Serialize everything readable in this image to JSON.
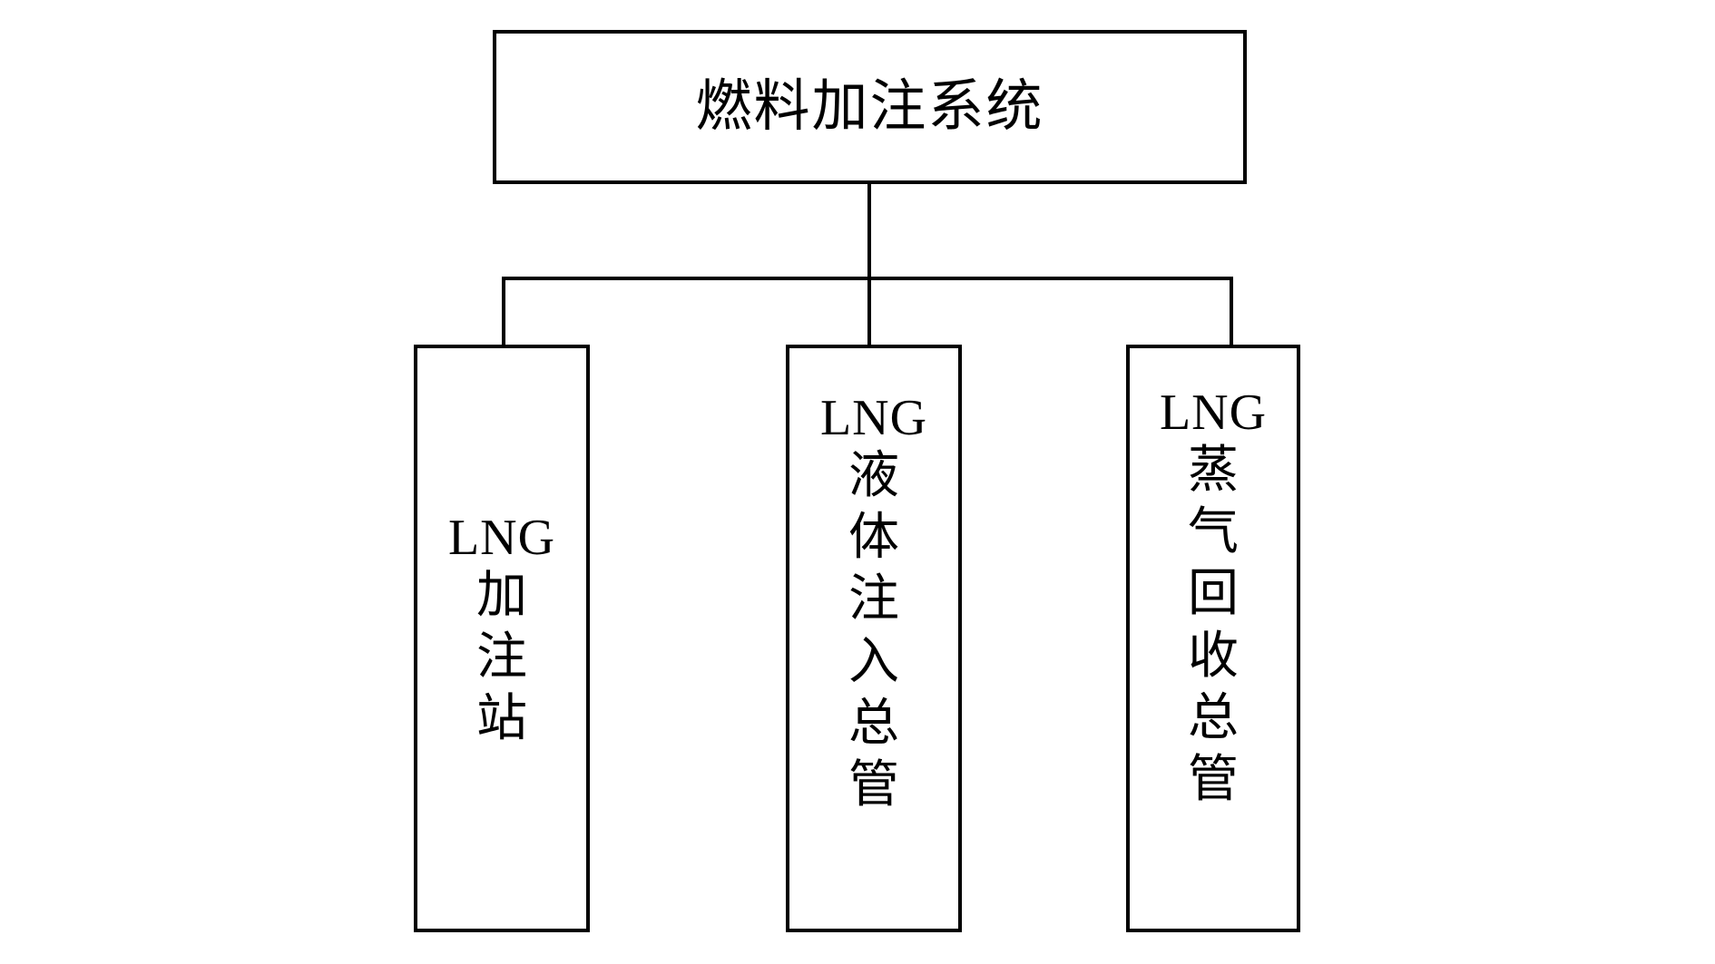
{
  "diagram": {
    "title": "燃料加注系统",
    "orientation": "top-down-tree",
    "line_color": "#000000",
    "background_color": "#ffffff",
    "root": {
      "label": "燃料加注系统"
    },
    "children": [
      {
        "latin": "LNG",
        "vertical_chars": [
          "加",
          "注",
          "站"
        ],
        "full_label": "LNG加注站"
      },
      {
        "latin": "LNG",
        "vertical_chars": [
          "液",
          "体",
          "注",
          "入",
          "总",
          "管"
        ],
        "full_label": "LNG液体注入总管"
      },
      {
        "latin": "LNG",
        "vertical_chars": [
          "蒸",
          "气",
          "回",
          "收",
          "总",
          "管"
        ],
        "full_label": "LNG蒸气回收总管"
      }
    ]
  }
}
